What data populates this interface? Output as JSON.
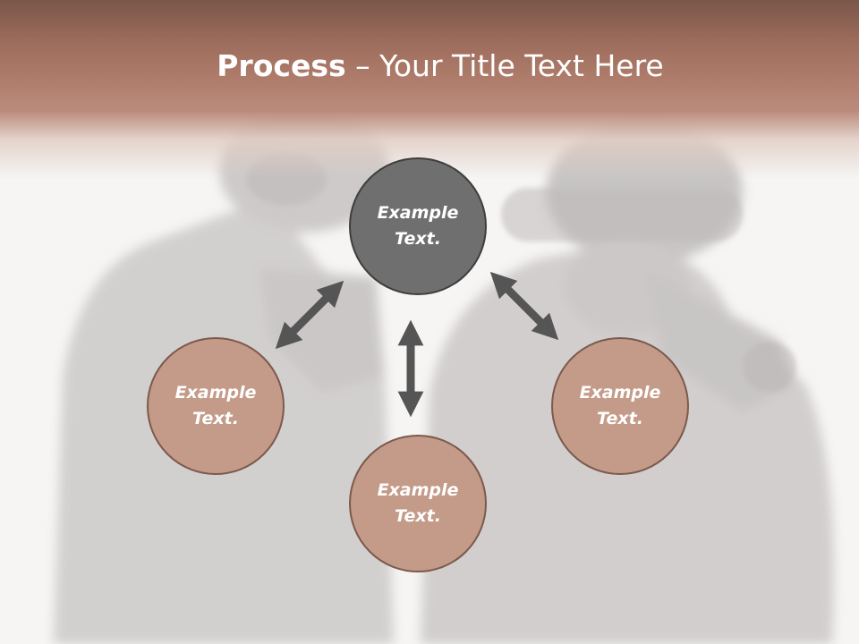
{
  "slide": {
    "title_bold": "Process",
    "title_rest": " – Your Title Text Here"
  },
  "diagram": {
    "center_node": {
      "line1": "Example",
      "line2": "Text."
    },
    "left_node": {
      "line1": "Example",
      "line2": "Text."
    },
    "bottom_node": {
      "line1": "Example",
      "line2": "Text."
    },
    "right_node": {
      "line1": "Example",
      "line2": "Text."
    }
  },
  "colors": {
    "header_top": "#7a5649",
    "header_mid": "#b07d6c",
    "center_fill": "#6f6f6f",
    "outer_fill": "#c49a88",
    "outer_border": "#7b5a4d",
    "arrow": "#555555"
  }
}
